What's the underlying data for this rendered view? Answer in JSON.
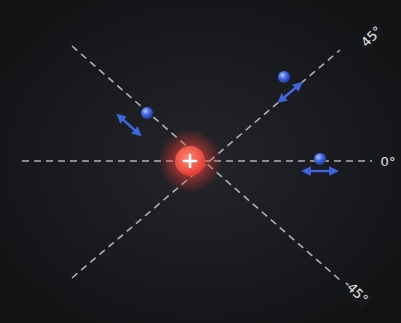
{
  "diagram": {
    "labels": [
      "45°",
      "0°",
      "-45°"
    ]
  }
}
